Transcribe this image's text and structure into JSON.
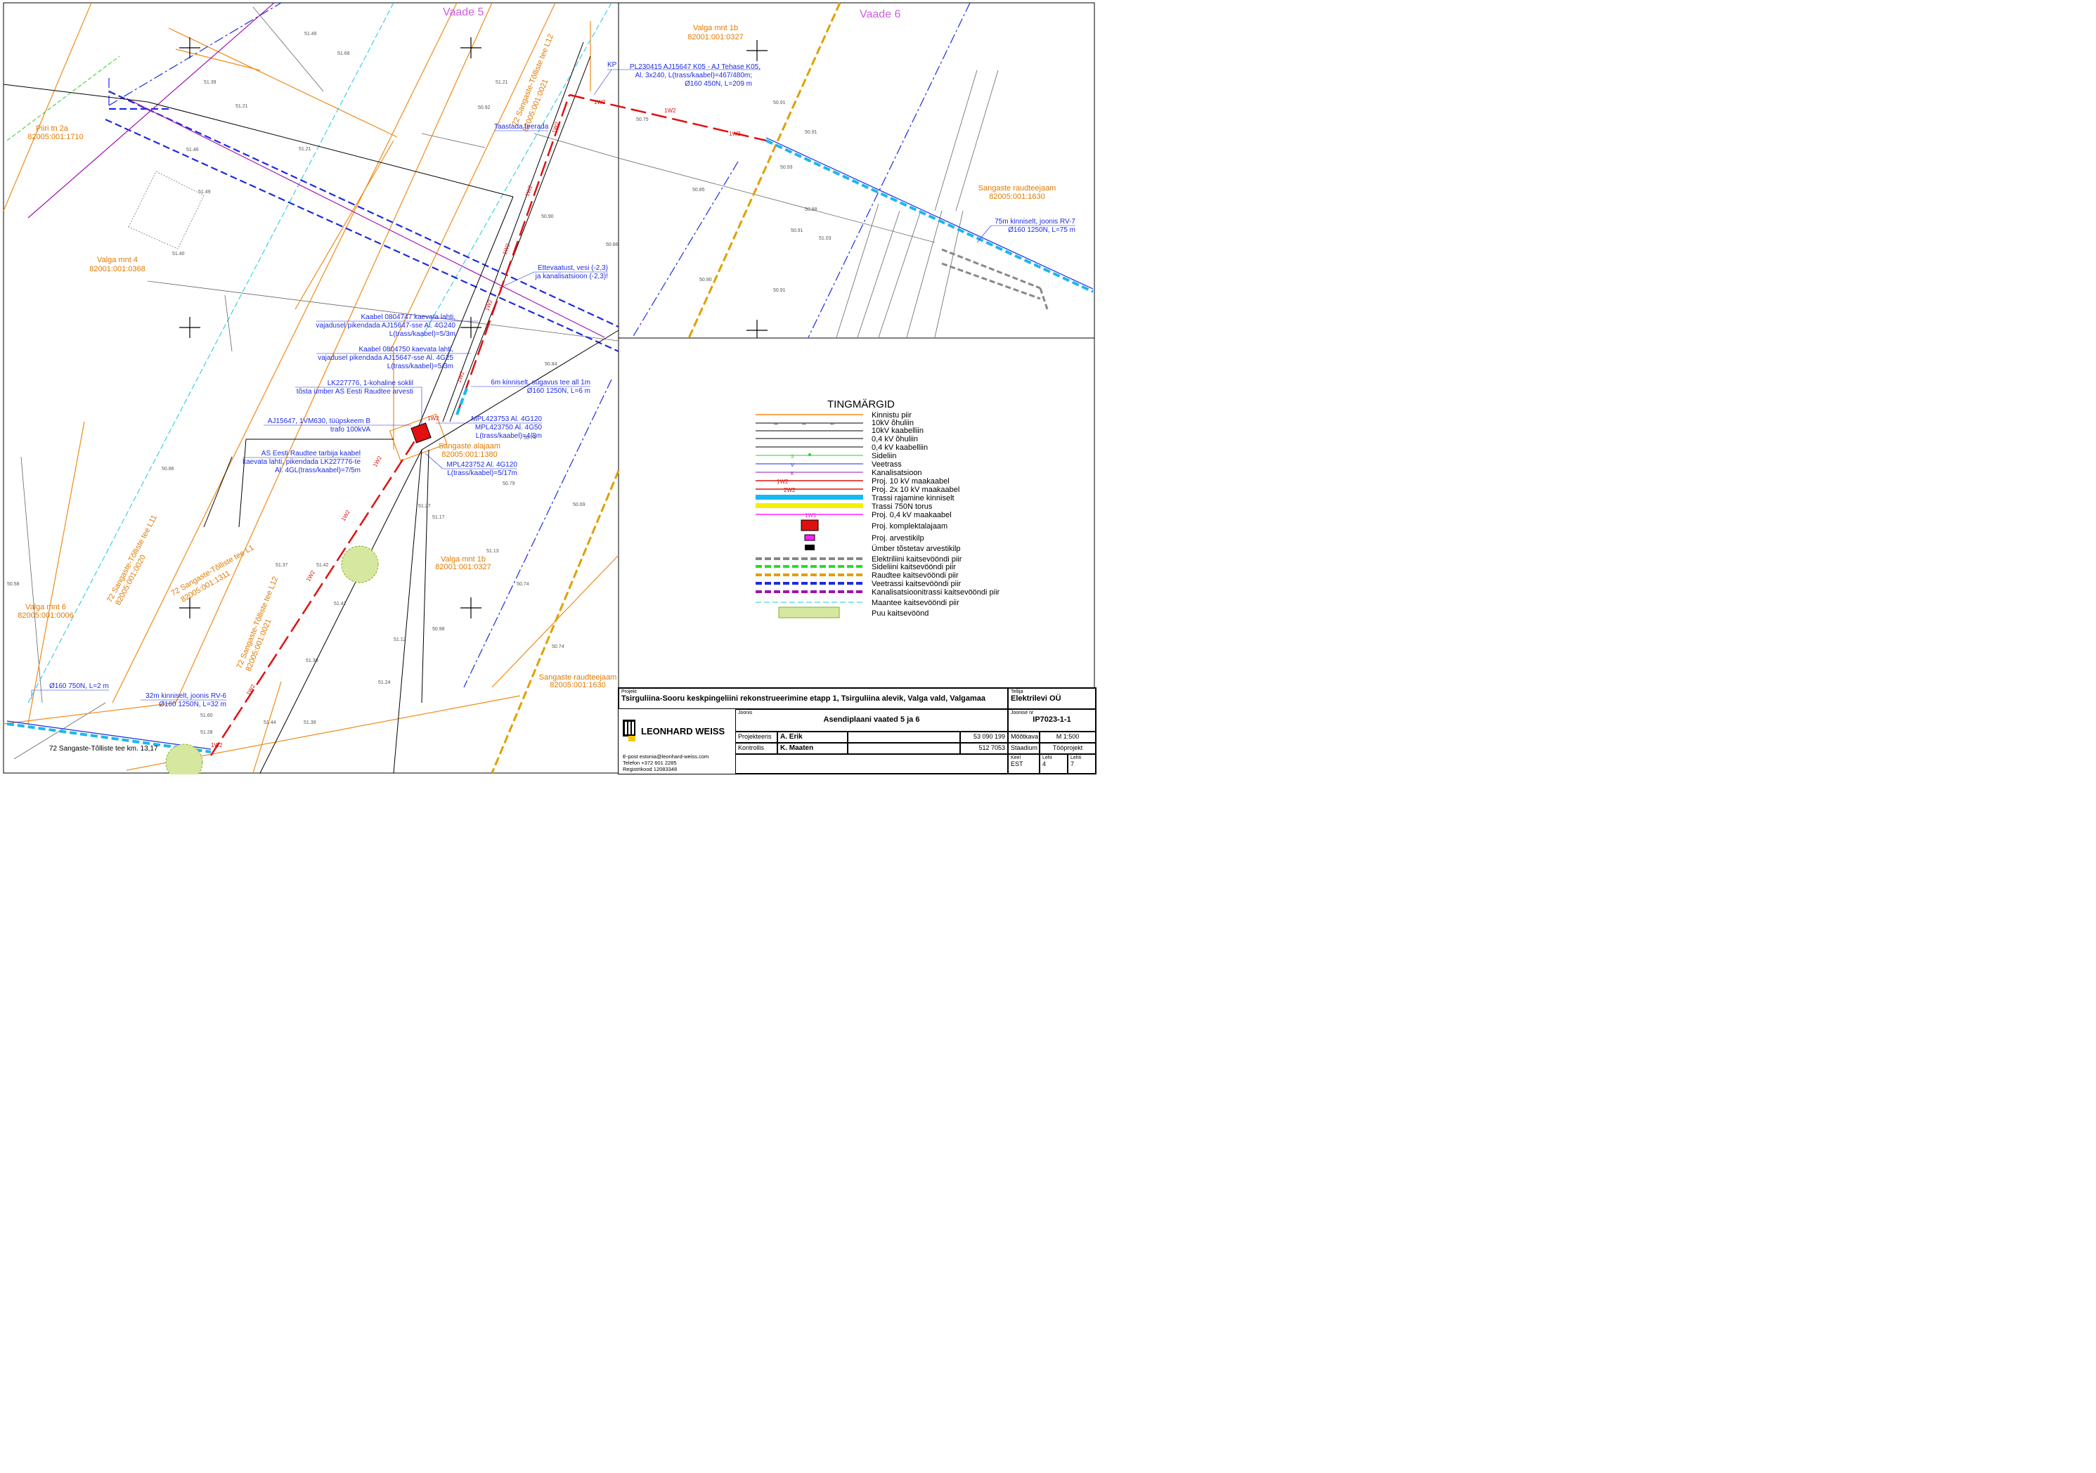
{
  "views": {
    "view5": "Vaade 5",
    "view6": "Vaade 6"
  },
  "parcels": [
    {
      "name": "Piiri tn 2a",
      "id": "82005:001:1710"
    },
    {
      "name": "Valga mnt 4",
      "id": "82001:001:0368"
    },
    {
      "name": "Valga mnt 1b",
      "id": "82001:001:0327"
    },
    {
      "name": "Valga mnt 1b",
      "id": "82001:001:0327"
    },
    {
      "name": "Sangaste raudteejaam",
      "id": "82005:001:1630"
    },
    {
      "name": "Sangaste raudteejaam",
      "id": "82005:001:1630"
    },
    {
      "name": "Sangaste alajaam",
      "id": "82005:001:1380"
    },
    {
      "name": "Valga mnt 6",
      "id": "82005:001:0006"
    }
  ],
  "roads": [
    {
      "name": "72 Sangaste-Tõlliste tee L12",
      "id": "82005:001:0021"
    },
    {
      "name": "72 Sangaste-Tõlliste tee L11",
      "id": "82005:001:0020"
    },
    {
      "name": "72 Sangaste-Tõlliste tee L1",
      "id": "82005:001:1311"
    },
    {
      "name": "72 Sangaste-Tõlliste tee L12",
      "id": "82005:001:0021"
    }
  ],
  "road_km": "72 Sangaste-Tõlliste tee km. 13,17",
  "annotations": {
    "kp": "KP",
    "pl230415_1": "PL230415 AJ15647 K05 - AJ Tehase K05,",
    "pl230415_2": "Al. 3x240, L(trass/kaabel)=467/480m;",
    "pl230415_3": "Ø160 450N, L=209 m",
    "taastada": "Taastada teerada",
    "kinniselt75_1": "75m kinniselt, joonis RV-7",
    "kinniselt75_2": "Ø160 1250N, L=75 m",
    "ettevaatust_1": "Ettevaatust, vesi (-2,3)",
    "ettevaatust_2": "ja kanalisatsioon (-2,3)!",
    "kaabel747_1": "Kaabel 0804747 kaevata lahti,",
    "kaabel747_2": "vajadusel pikendada AJ15647-sse Al. 4G240",
    "kaabel747_3": "L(trass/kaabel)=5/3m",
    "kaabel750_1": "Kaabel 0804750 kaevata lahti,",
    "kaabel750_2": "vajadusel pikendada AJ15647-sse Al. 4G25",
    "kaabel750_3": "L(trass/kaabel)=5/3m",
    "lk227776_1": "LK227776, 1-kohaline soklil",
    "lk227776_2": "tõsta ümber AS Eesti Raudtee arvesti",
    "kinniselt6_1": "6m kinniselt, sügavus tee all 1m",
    "kinniselt6_2": "Ø160 1250N, L=6 m",
    "aj15647_1": "AJ15647, 1VM630, tüüpskeem B",
    "aj15647_2": "trafo 100kVA",
    "mpl753_1": "MPL423753 Al. 4G120",
    "mpl753_2": "MPL423750 Al. 4G50",
    "mpl753_3": "L(trass/kaabel)=4/8m",
    "raudtee_1": "AS Eesti Raudtee tarbija kaabel",
    "raudtee_2": "kaevata lahti, pikendada LK227776-te",
    "raudtee_3": "Al. 4GL(trass/kaabel)=7/5m",
    "mpl752_1": "MPL423752 Al. 4G120",
    "mpl752_2": "L(trass/kaabel)=5/17m",
    "d160_750": "Ø160 750N, L=2 m",
    "kinniselt32_1": "32m kinniselt, joonis RV-6",
    "kinniselt32_2": "Ø160 1250N, L=32 m"
  },
  "cable_labels": [
    "1W2",
    "1W2",
    "1W2",
    "1W2",
    "1W2",
    "1W2",
    "1W2",
    "1W2",
    "1W2",
    "1W2",
    "1W2",
    "1W2",
    "1W2",
    "1W2"
  ],
  "legend": {
    "title": "TINGMÄRGID",
    "items": [
      "Kinnistu piir",
      "10kV õhuliin",
      "10kV kaabelliin",
      "0,4 kV õhuliin",
      "0,4 kV kaabelliin",
      "Sideliin",
      "Veetrass",
      "Kanalisatsioon",
      "Proj. 10 kV maakaabel",
      "Proj. 2x 10 kV maakaabel",
      "Trassi rajamine kinniselt",
      "Trassi 750N torus",
      "Proj. 0,4 kV maakaabel",
      "Proj. komplektalajaam",
      "Proj. arvestikilp",
      "Ümber tõstetav arvestikilp",
      "Elektriliini kaitsevööndi piir",
      "Sideliini kaitsevööndi piir",
      "Raudtee kaitsevööndi piir",
      "Veetrassi kaitsevööndi piir",
      "Kanalisatsioonitrassi kaitsevööndi piir",
      "Maantee kaitsevööndi piir",
      "Puu kaitsevöönd"
    ],
    "symbol_labels": {
      "s": "S",
      "v": "V",
      "k": "K",
      "w2": "1W2",
      "w22": "2W2",
      "w1": "1W1"
    }
  },
  "title_block": {
    "project_label": "Projekt",
    "project": "Tsirguliina-Sooru keskpingeliini rekonstrueerimine etapp 1, Tsirguliina alevik, Valga vald, Valgamaa",
    "client_label": "Tellija",
    "client": "Elektrilevi OÜ",
    "drawing_label": "Joonis",
    "drawing": "Asendiplaani vaated 5 ja 6",
    "drawing_no_label": "Joonise nr",
    "drawing_no": "IP7023-1-1",
    "designer_label": "Projekteeris",
    "designer": "A. Erik",
    "designer_phone": "53 090 199",
    "checker_label": "Kontrollis",
    "checker": "K. Maaten",
    "checker_phone": "512 7053",
    "scale_label": "Mõõtkava",
    "scale": "M 1:500",
    "stage_label": "Staadium",
    "stage": "Tööprojekt",
    "lang_label": "Keel",
    "lang": "EST",
    "sheet_label": "Leht",
    "sheet": "4",
    "sheets_label": "Lehti",
    "sheets": "7",
    "company": "LEONHARD WEISS",
    "email": "E-post estonia@leonhard-weiss.com",
    "phone": "Telefon +372 601 2285",
    "regcode": "Registrikood 12083348"
  },
  "colors": {
    "parcel": "#f08a18",
    "cable10kv": "#e01010",
    "water": "#1d2be0",
    "sewer": "#a010b0",
    "railway": "#e0a000",
    "trenchless": "#18b8f0",
    "text_blue": "#1d2be0",
    "text_orange": "#e07a00",
    "view_label": "#d060e0"
  }
}
